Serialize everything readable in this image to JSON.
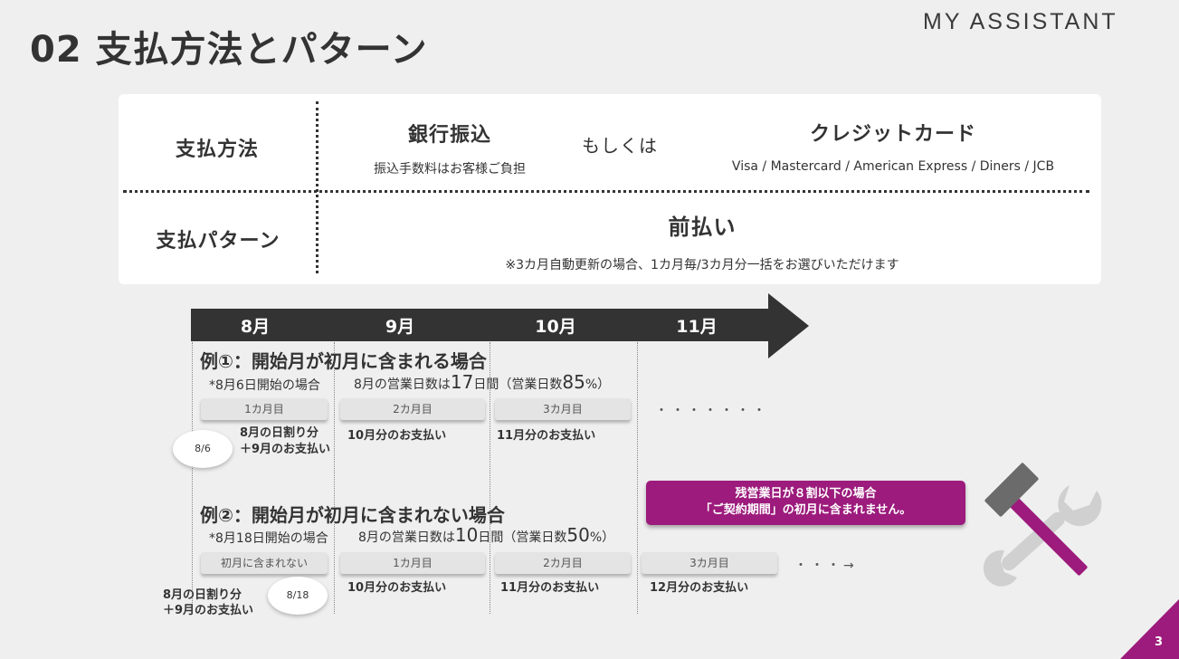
{
  "header": {
    "title": "02 支払方法とパターン",
    "logo": "MY ASSISTANT"
  },
  "info_table": {
    "method_label": "支払方法",
    "bank": {
      "label": "銀行振込",
      "note": "振込手数料はお客様ご負担"
    },
    "or_text": "もしくは",
    "card": {
      "label": "クレジットカード",
      "note": "Visa / Mastercard / American Express / Diners / JCB"
    },
    "pattern_label": "支払パターン",
    "pattern": {
      "label": "前払い",
      "note": "※3カ月自動更新の場合、1カ月毎/3カ月分一括をお選びいただけます"
    }
  },
  "timeline": {
    "months": [
      "8月",
      "9月",
      "10月",
      "11月"
    ],
    "arrow_color": "#333333"
  },
  "example1": {
    "title": "例①：開始月が初月に含まれる場合",
    "start_note": "*8月6日開始の場合",
    "bizdays_prefix": "8月の営業日数は",
    "bizdays_num": "17",
    "bizdays_mid": "日間（営業日数",
    "bizdays_pct": "85",
    "bizdays_suffix": "%）",
    "pills": [
      "1カ月目",
      "2カ月目",
      "3カ月目"
    ],
    "dots": "・・・・・・・",
    "payments": [
      "8月の日割り分",
      "＋9月のお支払い",
      "10月分のお支払い",
      "11月分のお支払い"
    ],
    "bubble": "8/6"
  },
  "example2": {
    "title": "例②：開始月が初月に含まれない場合",
    "start_note": "*8月18日開始の場合",
    "bizdays_prefix": "8月の営業日数は",
    "bizdays_num": "10",
    "bizdays_mid": "日間（営業日数",
    "bizdays_pct": "50",
    "bizdays_suffix": "%）",
    "pills": [
      "初月に含まれない",
      "1カ月目",
      "2カ月目",
      "3カ月目"
    ],
    "dots": "・・・→",
    "payments": [
      "8月の日割り分",
      "＋9月のお支払い",
      "10月分のお支払い",
      "11月分のお支払い",
      "12月分のお支払い"
    ],
    "bubble": "8/18"
  },
  "callout": {
    "line1": "残営業日が８割以下の場合",
    "line2": "「ご契約期間」の初月に含まれません。",
    "color": "#9c1b7c"
  },
  "icons": {
    "tools": "hammer-wrench-icon"
  },
  "footer": {
    "page_number": "3",
    "accent": "#9c1b7c"
  }
}
